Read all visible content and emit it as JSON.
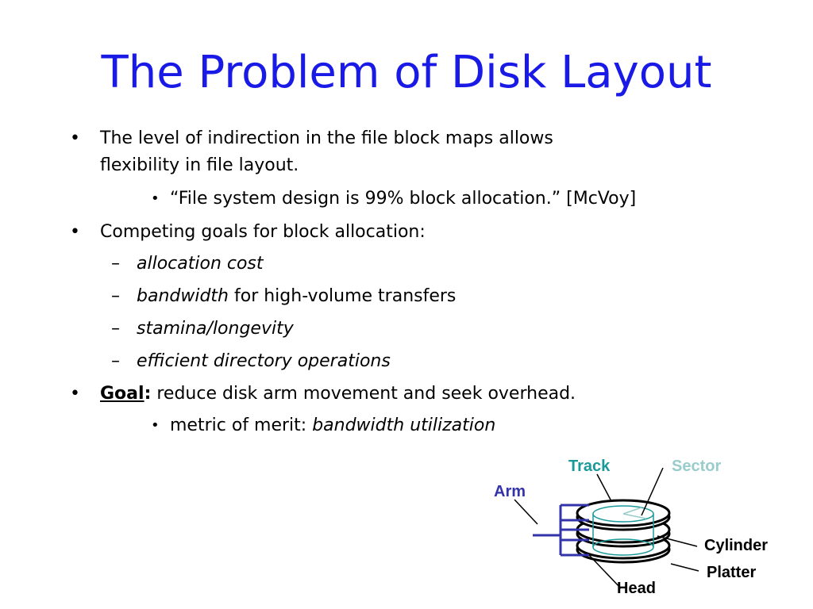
{
  "slide": {
    "title": "The Problem of Disk Layout",
    "bullet_symbol": "•",
    "dash_symbol": "–",
    "b1": {
      "line1": "The level of indirection in the file block maps allows",
      "line2": "flexibility in file layout.",
      "sub": "“File system design is 99% block allocation.” [McVoy]"
    },
    "b2": {
      "text": "Competing goals for block allocation:",
      "items": [
        {
          "em": "allocation cost",
          "rest": ""
        },
        {
          "em": "bandwidth",
          "rest": " for high-volume transfers"
        },
        {
          "em": "stamina/longevity",
          "rest": ""
        },
        {
          "em": "efficient directory operations",
          "rest": ""
        }
      ]
    },
    "b3": {
      "goal_word": "Goal",
      "goal_colon": ":",
      "text": " reduce disk arm movement and seek overhead.",
      "sub_prefix": "metric of merit: ",
      "sub_em": "bandwidth utilization"
    }
  },
  "diagram": {
    "labels": {
      "track": "Track",
      "sector": "Sector",
      "arm": "Arm",
      "cylinder": "Cylinder",
      "platter": "Platter",
      "head": "Head"
    },
    "colors": {
      "title": "#1a1ae6",
      "track": "#1a9999",
      "sector": "#99cccc",
      "arm": "#3333aa",
      "black": "#000000"
    }
  }
}
